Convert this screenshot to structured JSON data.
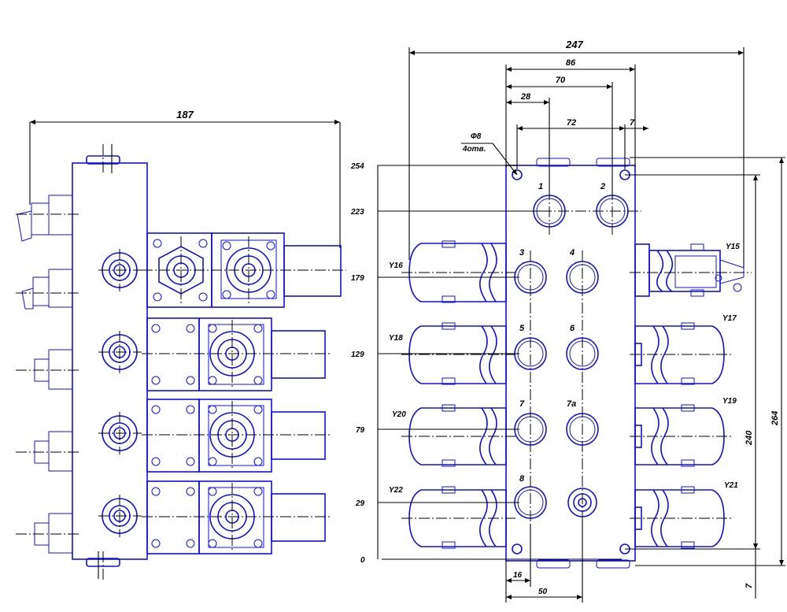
{
  "left_view": {
    "overall_width": "187"
  },
  "right_view": {
    "top_dims": {
      "overall": "247",
      "d86": "86",
      "d70": "70",
      "d28": "28",
      "d72": "72",
      "d7": "7"
    },
    "hole_note": {
      "diameter": "Ф8",
      "count": "4отв."
    },
    "y_coords": [
      "254",
      "223",
      "179",
      "129",
      "79",
      "29",
      "0"
    ],
    "height_dims": {
      "d264": "264",
      "d240": "240",
      "d7": "7"
    },
    "bottom_dims": {
      "d16": "16",
      "d50": "50"
    },
    "port_labels": [
      "1",
      "2",
      "3",
      "4",
      "5",
      "6",
      "7",
      "7a",
      "8"
    ],
    "solenoid_labels": [
      "Y15",
      "Y16",
      "Y17",
      "Y18",
      "Y19",
      "Y20",
      "Y21",
      "Y22"
    ]
  },
  "colors": {
    "outline": "#1010e6",
    "dimension": "#000000"
  }
}
